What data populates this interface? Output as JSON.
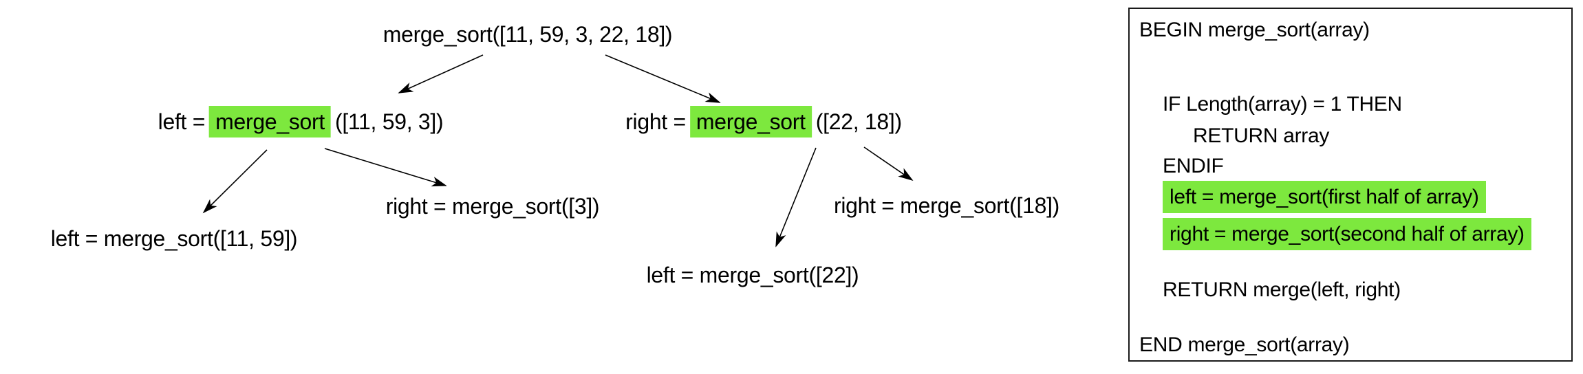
{
  "colors": {
    "highlight_green": "#7de83e",
    "text": "#000000",
    "panel_border": "#1a1a1a",
    "background": "#ffffff"
  },
  "tree": {
    "root": "merge_sort([11, 59, 3, 22, 18])",
    "left_child": {
      "prefix": "left =",
      "call": "merge_sort",
      "args": "([11, 59, 3])"
    },
    "right_child": {
      "prefix": "right =",
      "call": "merge_sort",
      "args": "([22, 18])"
    },
    "left_left": "left = merge_sort([11, 59])",
    "left_right": "right = merge_sort([3])",
    "right_left": "left = merge_sort([22])",
    "right_right": "right = merge_sort([18])"
  },
  "pseudocode": {
    "begin": "BEGIN merge_sort(array)",
    "if_line": "IF Length(array) = 1 THEN",
    "return_array": "RETURN array",
    "endif": "ENDIF",
    "left_assign": "left = merge_sort(first half of array)",
    "right_assign": "right = merge_sort(second half of array)",
    "return_merge": "RETURN merge(left, right)",
    "end": "END merge_sort(array)"
  }
}
